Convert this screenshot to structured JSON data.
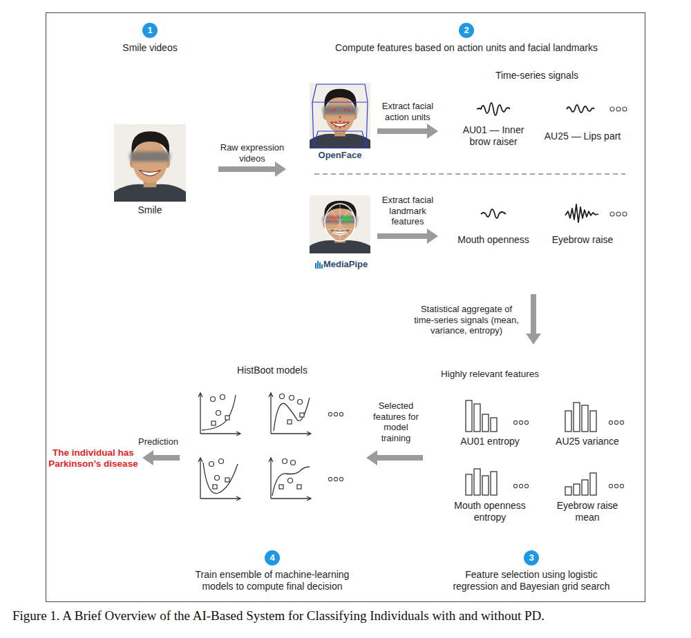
{
  "diagram": {
    "caption": "Figure 1. A Brief Overview of the AI-Based System for Classifying Individuals with and without PD.",
    "nodes": [
      {
        "text": [
          "Smile videos",
          "Smile"
        ]
      },
      {
        "text": [
          "Compute features based on action units and facial landmarks"
        ]
      },
      {
        "text": [
          "OpenFace"
        ],
        "in": 1
      },
      {
        "text": [
          "MediaPipe"
        ],
        "in": 1
      },
      {
        "text": [
          "Time-series signals",
          "AU01 — Inner brow raiser",
          "AU25 — Lips part",
          "Mouth openness",
          "Eyebrow raise"
        ],
        "in": 1
      },
      {
        "text": [
          "Feature selection using logistic regression and Bayesian grid search",
          "AU25 variance",
          "Eyebrow raise mean"
        ]
      },
      {
        "text": [
          "Highly relevant features",
          "AU01 entropy",
          "Mouth openness entropy"
        ],
        "in": 5
      },
      {
        "text": [
          "HistBoot models",
          "Train ensemble of machine-learning models to compute final decision"
        ]
      },
      {
        "text": [
          "The individual has Parkinson’s disease"
        ]
      }
    ],
    "edges": [
      {
        "from": 0,
        "to": 1,
        "arrow": "to",
        "label": "Raw expression videos"
      },
      {
        "from": 2,
        "to": 4,
        "arrow": "to",
        "label": "Extract facial action units"
      },
      {
        "from": 3,
        "to": 4,
        "arrow": "to",
        "label": "Extract facial landmark features"
      },
      {
        "from": 1,
        "to": 5,
        "arrow": "to",
        "label": "Statistical aggregate of time-series signals (mean, variance, entropy)"
      },
      {
        "from": 5,
        "to": 7,
        "arrow": "to",
        "label": "Selected features for model training"
      },
      {
        "from": 7,
        "to": 8,
        "arrow": "to",
        "label": "Prediction"
      }
    ],
    "labels": [
      "1",
      "2",
      "3",
      "4"
    ]
  }
}
